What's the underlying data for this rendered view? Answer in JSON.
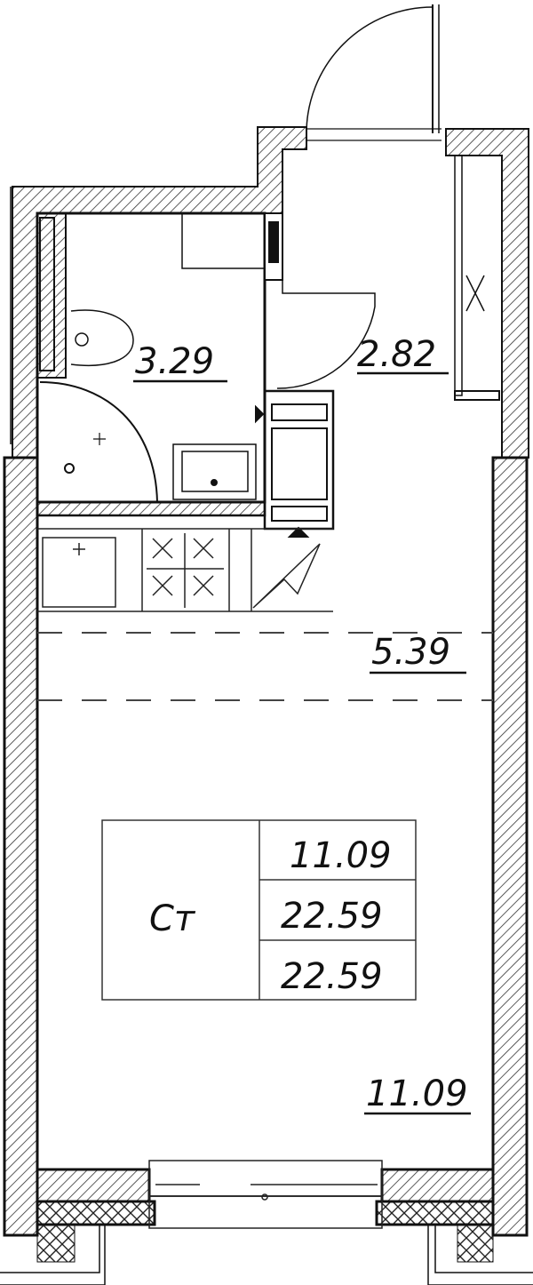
{
  "plan": {
    "rooms": {
      "bathroom_area": "3.29",
      "hallway_area": "2.82",
      "kitchen_area": "5.39",
      "living_area": "11.09"
    },
    "summary_table": {
      "type_label": "Ст",
      "living_area": "11.09",
      "total_area": "22.59",
      "total_area_with_balcony": "22.59"
    }
  }
}
